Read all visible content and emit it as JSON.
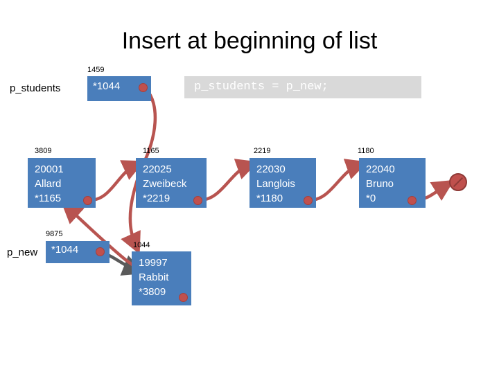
{
  "title": "Insert at beginning of list",
  "code_statement": "p_students = p_new;",
  "variables": [
    {
      "name": "p_students",
      "address": "1459",
      "value": "*1044"
    },
    {
      "name": "p_new",
      "address": "9875",
      "value": "*1044"
    }
  ],
  "nodes": [
    {
      "address": "3809",
      "id": "20001",
      "name": "Allard",
      "next": "*1165"
    },
    {
      "address": "1165",
      "id": "22025",
      "name": "Zweibeck",
      "next": "*2219"
    },
    {
      "address": "2219",
      "id": "22030",
      "name": "Langlois",
      "next": "*1180"
    },
    {
      "address": "1180",
      "id": "22040",
      "name": "Bruno",
      "next": "*0"
    },
    {
      "address": "1044",
      "id": "19997",
      "name": "Rabbit",
      "next": "*3809"
    }
  ],
  "colors": {
    "node_fill": "#4a7ebb",
    "pointer_dot": "#c0504d",
    "arrow": "#b85450",
    "gray_arrow": "#5a5a5a",
    "code_background": "#d9d9d9",
    "text": "#000000"
  },
  "null_marker": "null-pointer-symbol"
}
